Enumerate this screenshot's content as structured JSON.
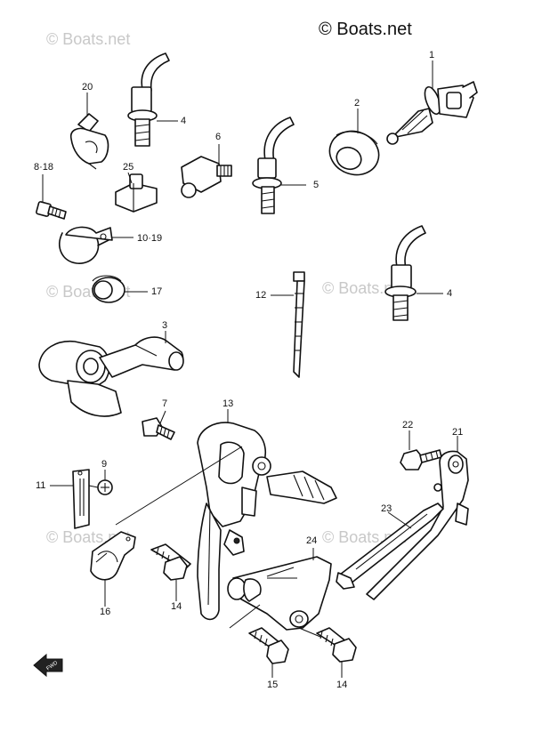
{
  "watermarks": {
    "top_left": "© Boats.net",
    "top_right": "© Boats.net",
    "mid_left": "© Boats.net",
    "mid_right": "© Boats.net",
    "low_left": "© Boats.net",
    "low_right": "© Boats.net"
  },
  "copyright": "© Boats.net",
  "labels": {
    "p1": "1",
    "p2": "2",
    "p3": "3",
    "p4a": "4",
    "p4b": "4",
    "p5": "5",
    "p6": "6",
    "p7": "7",
    "p8_18": "8·18",
    "p9": "9",
    "p10_19": "10·19",
    "p11": "11",
    "p12": "12",
    "p13": "13",
    "p14a": "14",
    "p14b": "14",
    "p15": "15",
    "p16": "16",
    "p17": "17",
    "p20": "20",
    "p21": "21",
    "p22": "22",
    "p23": "23",
    "p24": "24",
    "p25": "25"
  },
  "fwd_marker": "FWD"
}
